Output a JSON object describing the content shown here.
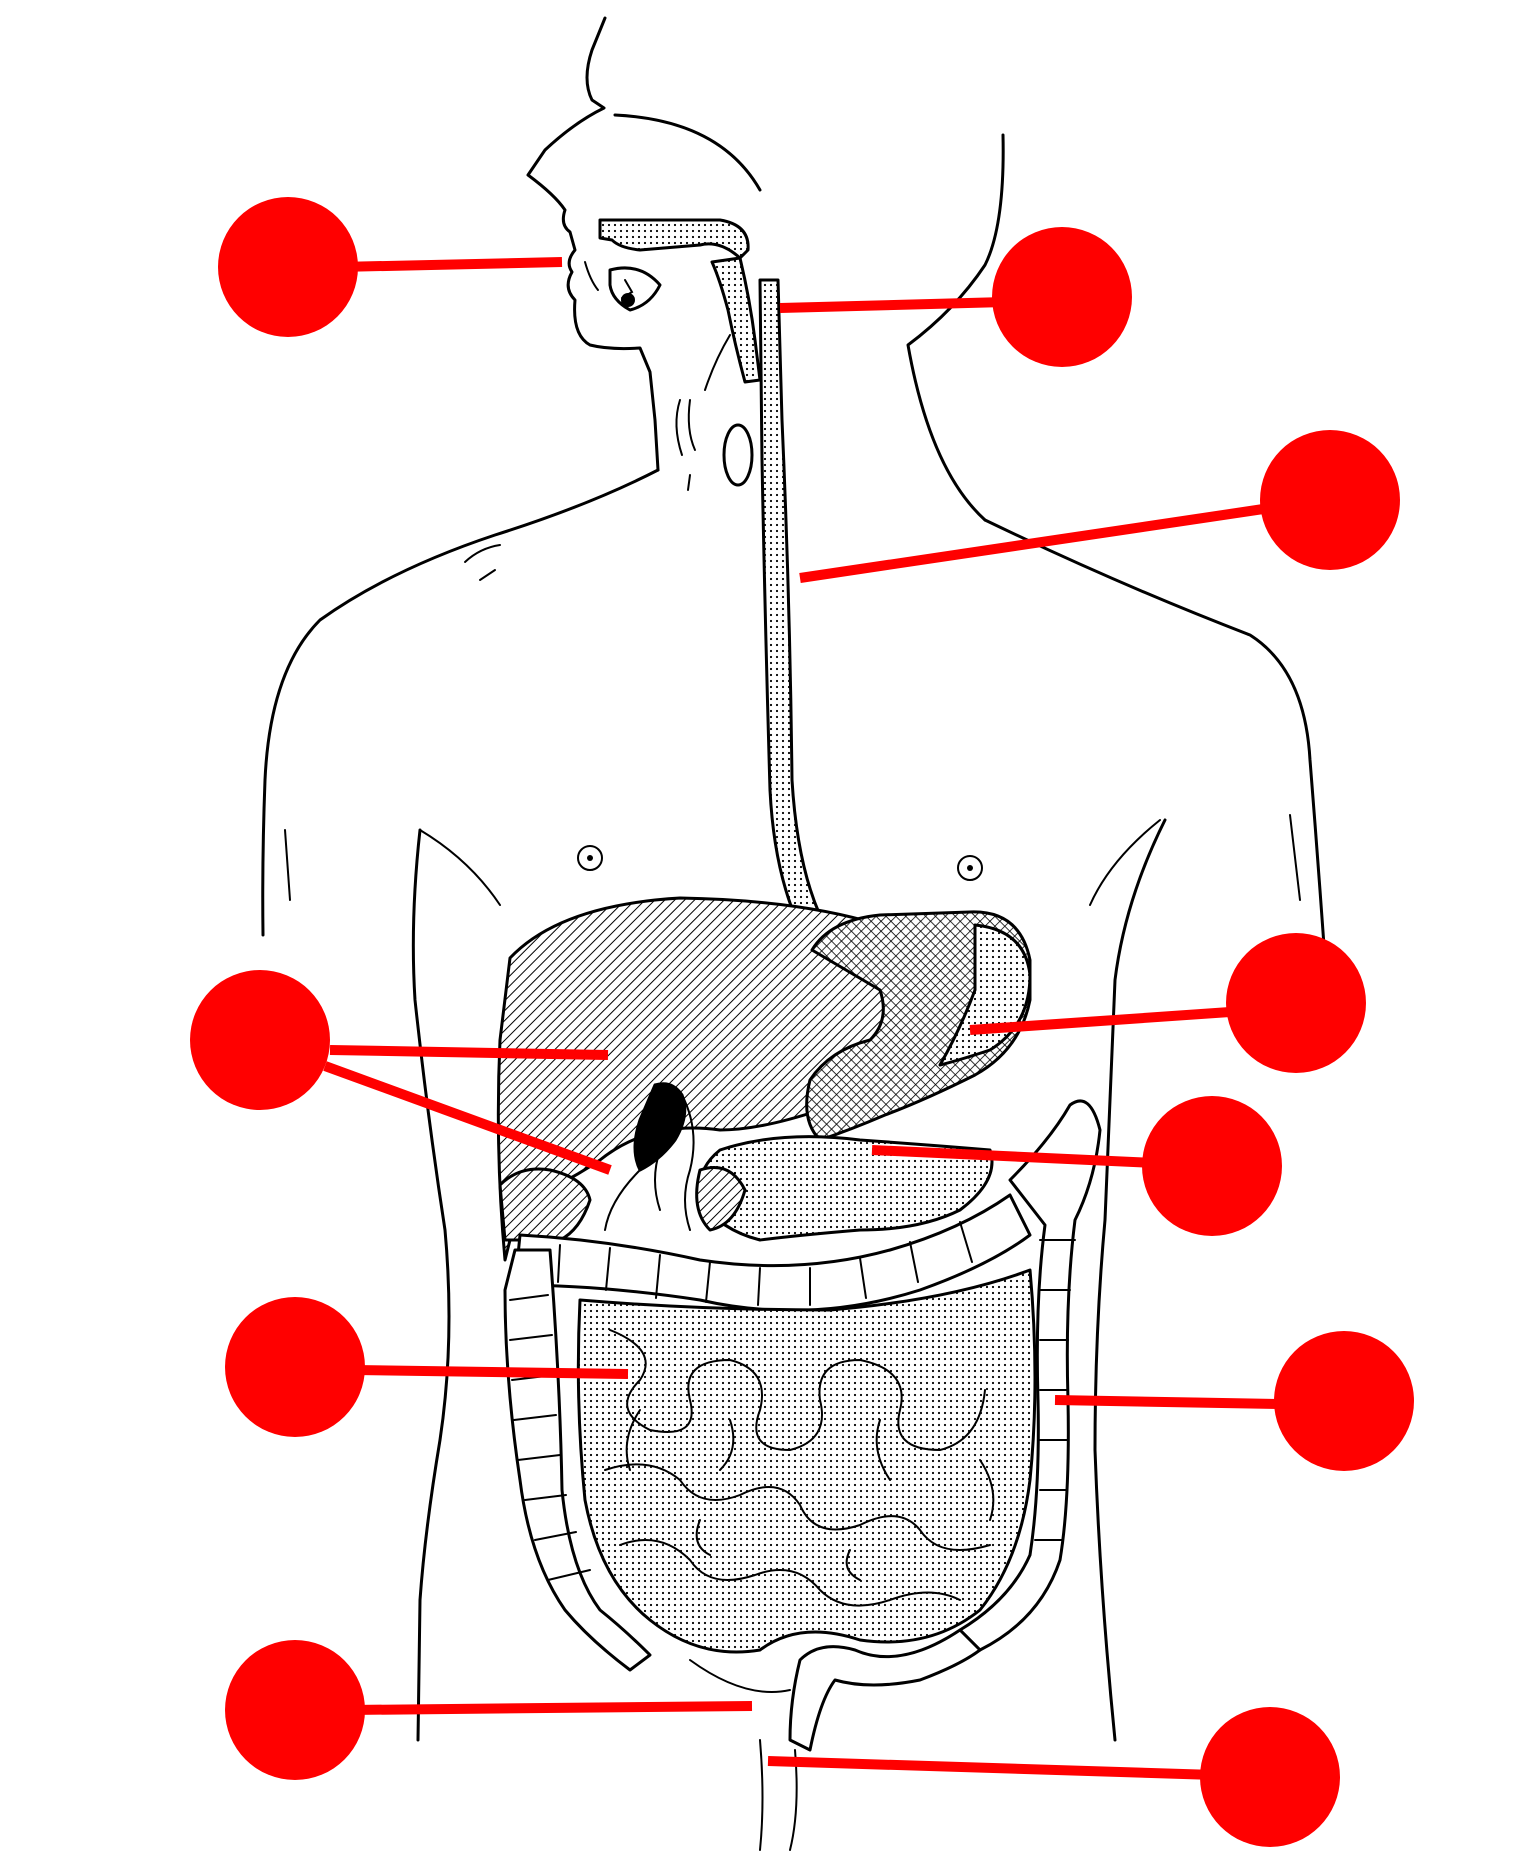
{
  "colors": {
    "marker": "#ff0000",
    "ink": "#000000",
    "paper": "#ffffff"
  },
  "labels": [
    {
      "id": "mouth",
      "text": ""
    },
    {
      "id": "pharynx",
      "text": ""
    },
    {
      "id": "esophagus",
      "text": ""
    },
    {
      "id": "liver",
      "text": ""
    },
    {
      "id": "gallbladder",
      "text": ""
    },
    {
      "id": "stomach",
      "text": ""
    },
    {
      "id": "pancreas",
      "text": ""
    },
    {
      "id": "small-intestine",
      "text": ""
    },
    {
      "id": "large-intestine",
      "text": ""
    },
    {
      "id": "rectum",
      "text": ""
    },
    {
      "id": "anus",
      "text": ""
    }
  ]
}
